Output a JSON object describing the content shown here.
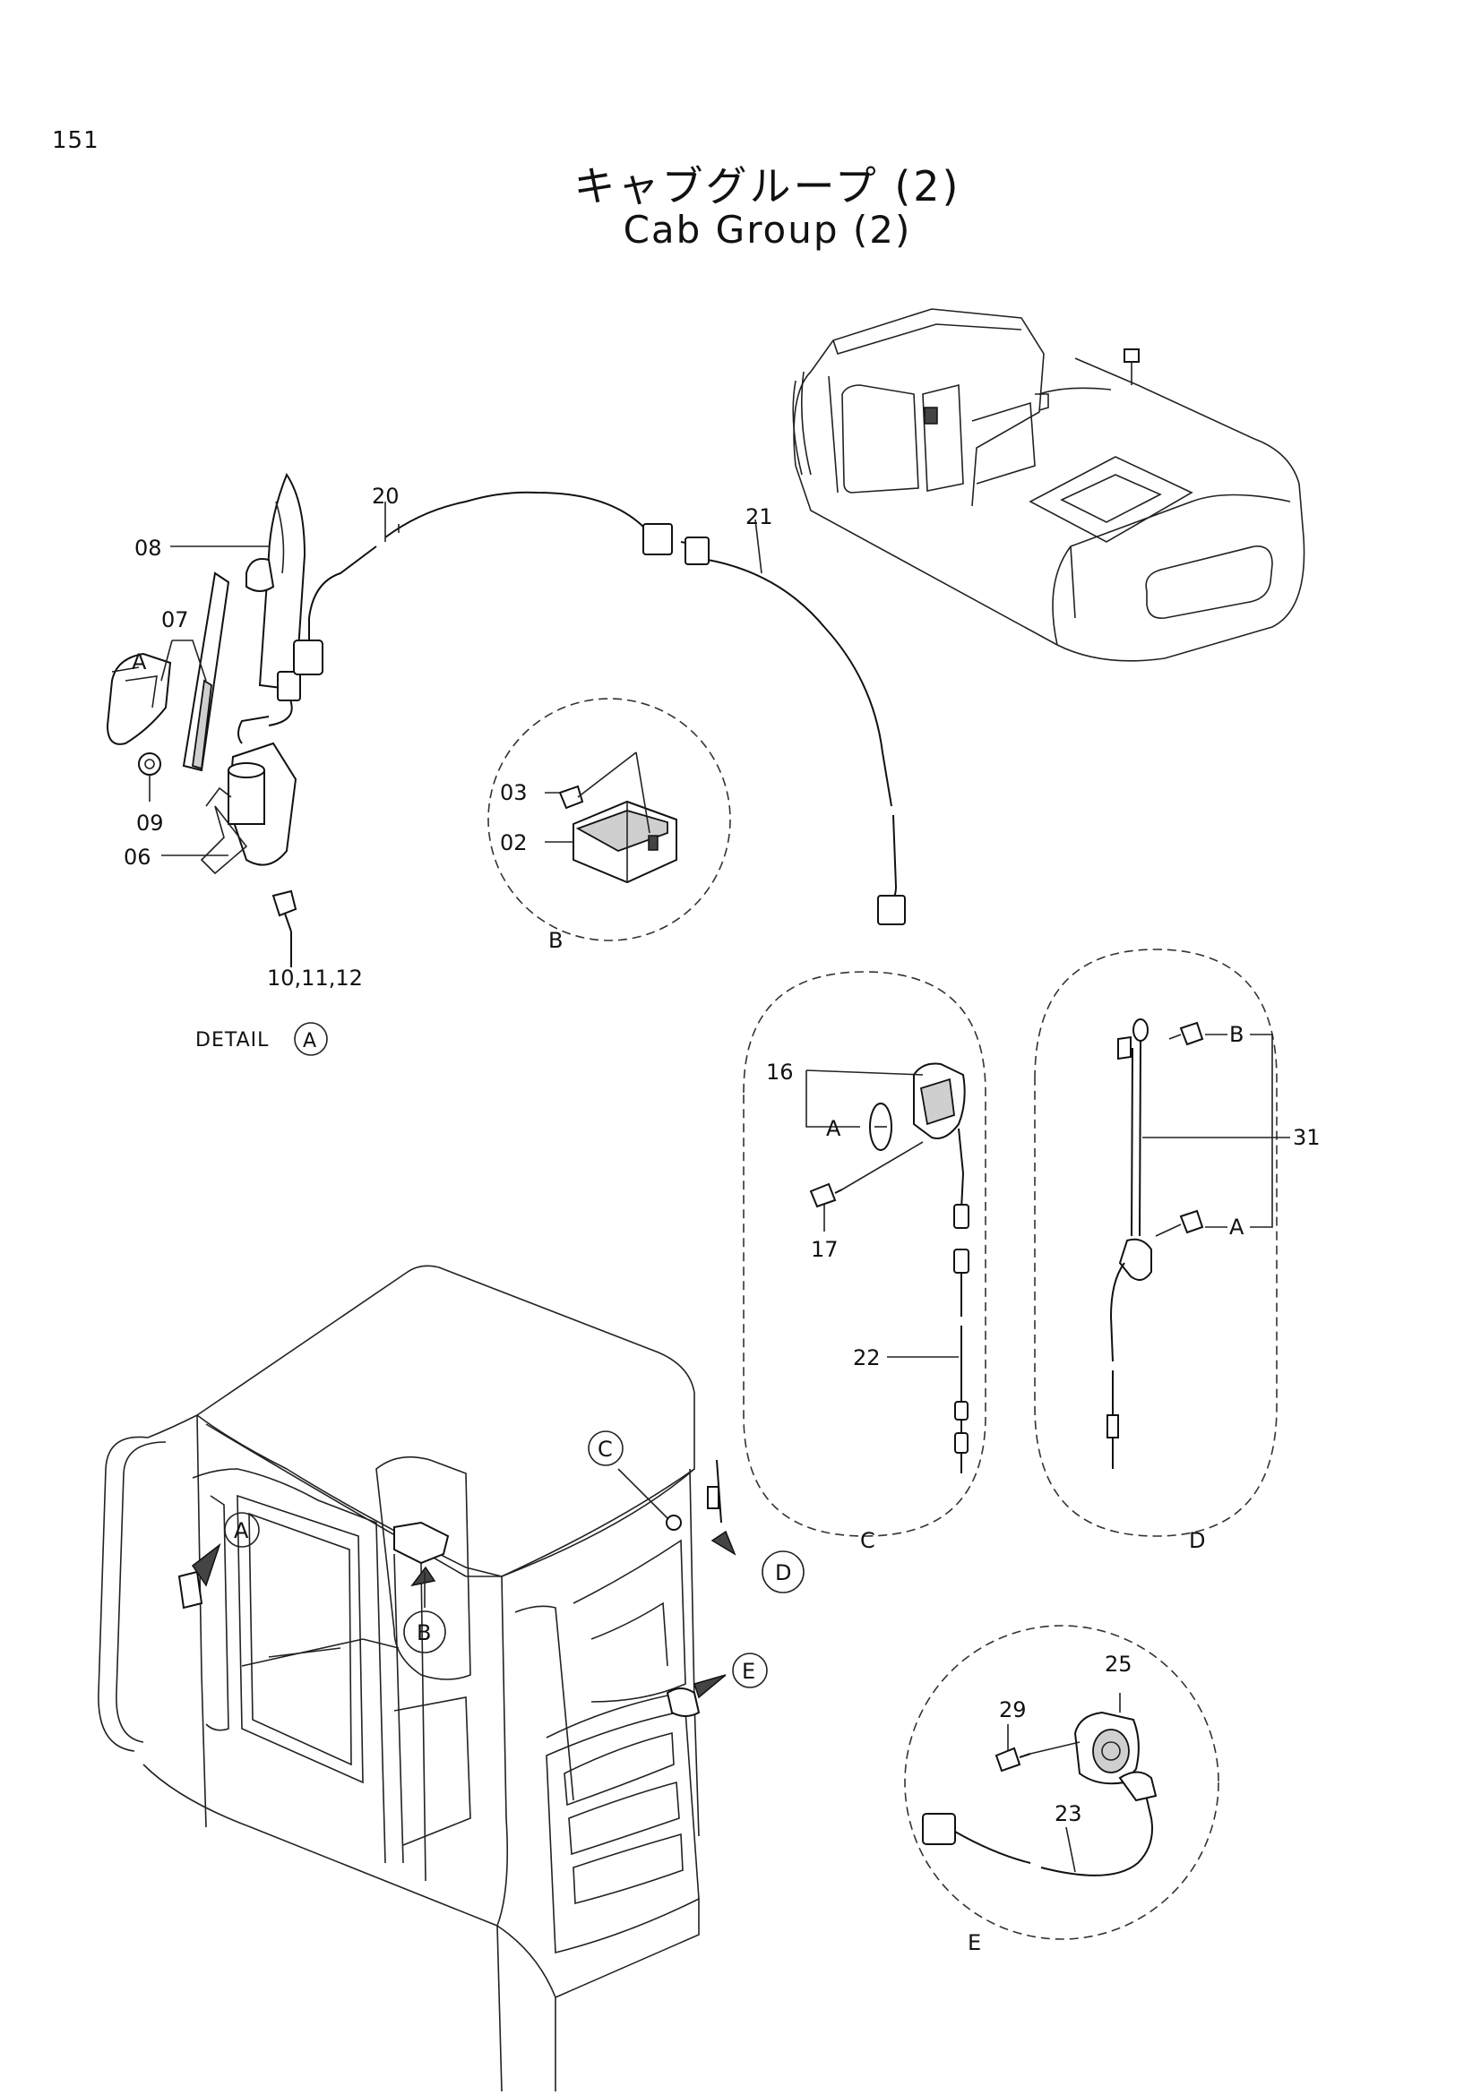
{
  "page_number": "151",
  "title_jp": "キャブグループ (2)",
  "title_en": "Cab Group (2)",
  "detail_caption": {
    "prefix": "DETAIL",
    "letter": "A"
  },
  "part_numbers": {
    "p02": "02",
    "p03": "03",
    "p06": "06",
    "p07": "07",
    "p08": "08",
    "p09": "09",
    "p10_12": "10,11,12",
    "p16": "16",
    "p17": "17",
    "p20": "20",
    "p21": "21",
    "p22": "22",
    "p23": "23",
    "p25": "25",
    "p29": "29",
    "p31": "31"
  },
  "letters": {
    "a": "A",
    "b": "B",
    "c": "C",
    "d": "D",
    "e": "E"
  },
  "icons": [
    "wiper-motor-icon",
    "room-lamp-icon",
    "speaker-icon",
    "antenna-icon",
    "harness-icon",
    "cab-icon",
    "excavator-icon"
  ]
}
